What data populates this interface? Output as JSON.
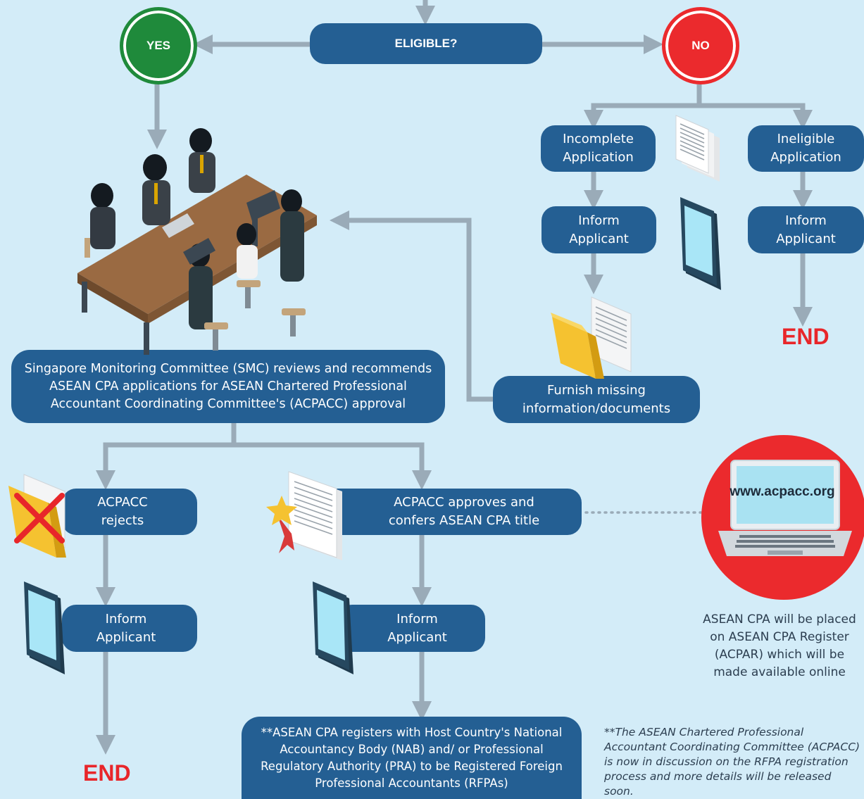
{
  "decision": {
    "label": "ELIGIBLE?",
    "yes": "YES",
    "no": "NO"
  },
  "right_branch": {
    "incomplete": "Incomplete\nApplication",
    "ineligible": "Ineligible\nApplication",
    "inform_left": "Inform\nApplicant",
    "inform_right": "Inform\nApplicant",
    "end": "END",
    "furnish": "Furnish missing\ninformation/documents"
  },
  "smc": "Singapore Monitoring Committee (SMC) reviews and recommends\nASEAN CPA applications for ASEAN Chartered Professional\nAccountant Coordinating Committee's (ACPACC) approval",
  "rejects_branch": {
    "rejects": "ACPACC\nrejects",
    "inform": "Inform\nApplicant",
    "end": "END"
  },
  "approves_branch": {
    "approves": "ACPACC approves and\nconfers ASEAN CPA title",
    "inform": "Inform\nApplicant",
    "register": "**ASEAN CPA registers with Host Country's National\nAccountancy Body (NAB) and/ or Professional\nRegulatory Authority (PRA) to be Registered Foreign\nProfessional Accountants (RFPAs)"
  },
  "website": {
    "url": "www.acpacc.org",
    "note": "ASEAN CPA will be placed\non ASEAN CPA Register\n(ACPAR) which will be\nmade available online"
  },
  "footnote": "**The ASEAN Chartered Professional\nAccountant Coordinating Committee (ACPACC)\nis now in discussion on the RFPA registration\nprocess and more details will be released soon.",
  "colors": {
    "background": "#d3ecf8",
    "box": "#245f93",
    "yes": "#1f8a3b",
    "no": "#eb2a2d",
    "connector": "#9aabb8",
    "end_text": "#e8262a"
  },
  "icons": [
    "meeting-illustration",
    "document-stack-icon",
    "tablet-icon",
    "folder-icon",
    "rejected-folder-icon",
    "certificate-icon",
    "laptop-icon"
  ]
}
